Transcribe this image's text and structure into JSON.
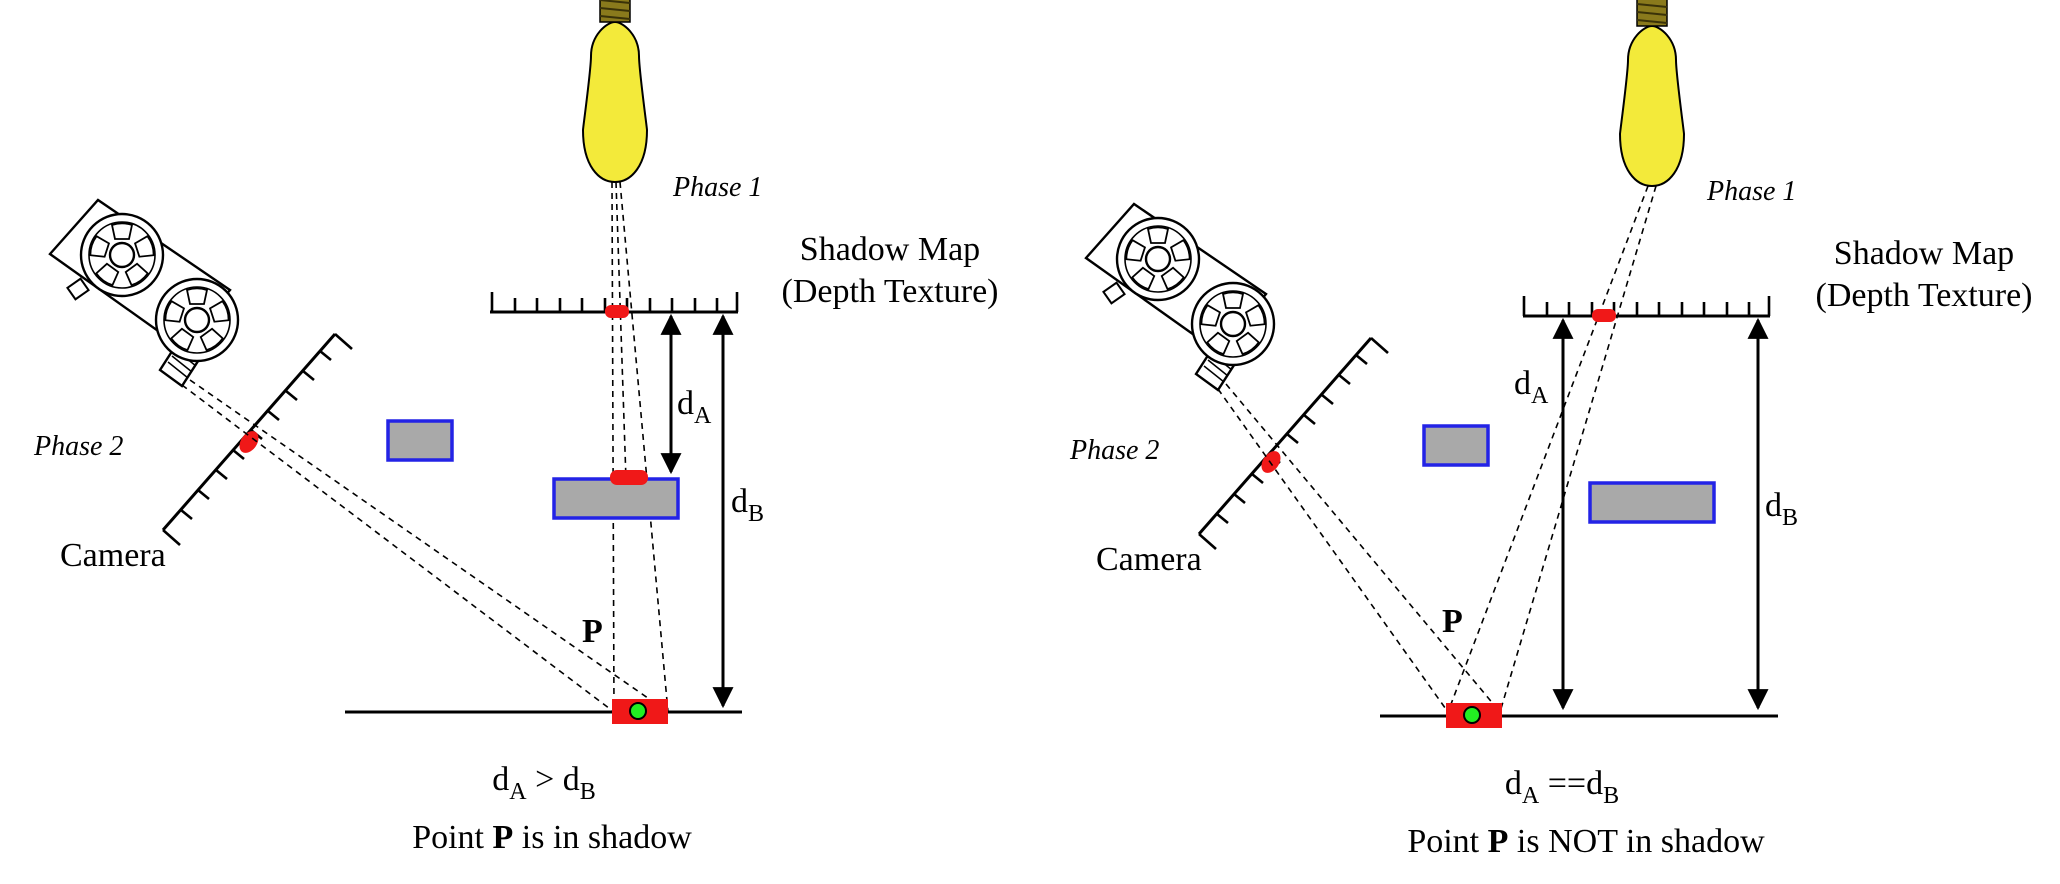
{
  "panels": [
    {
      "id": "left",
      "phase1_label": "Phase 1",
      "phase2_label": "Phase 2",
      "shadow_map_label": [
        "Shadow Map",
        "(Depth Texture)"
      ],
      "camera_label": "Camera",
      "point_label": "P",
      "dA_label": {
        "base": "d",
        "sub": "A"
      },
      "dB_label": {
        "base": "d",
        "sub": "B"
      },
      "comparison": {
        "lhs": "d",
        "lhs_sub": "A",
        "op": " > ",
        "rhs": "d",
        "rhs_sub": "B"
      },
      "result": {
        "pre": "Point ",
        "point": "P",
        "post": " is in shadow"
      }
    },
    {
      "id": "right",
      "phase1_label": "Phase 1",
      "phase2_label": "Phase 2",
      "shadow_map_label": [
        "Shadow Map",
        "(Depth Texture)"
      ],
      "camera_label": "Camera",
      "point_label": "P",
      "dA_label": {
        "base": "d",
        "sub": "A"
      },
      "dB_label": {
        "base": "d",
        "sub": "B"
      },
      "comparison": {
        "lhs": "d",
        "lhs_sub": "A",
        "op": " ==",
        "rhs": "d",
        "rhs_sub": "B"
      },
      "result": {
        "pre": "Point ",
        "point": "P",
        "post": " is NOT in shadow"
      }
    }
  ],
  "colors": {
    "bulb": "#f3ea3a",
    "bulb_base": "#8a7a1c",
    "occluder_fill": "#a9a9a9",
    "occluder_border": "#2323e6",
    "sample_marker": "#f01818",
    "point_marker": "#22ee22"
  },
  "icons": [
    "light-bulb-icon",
    "movie-camera-icon"
  ]
}
